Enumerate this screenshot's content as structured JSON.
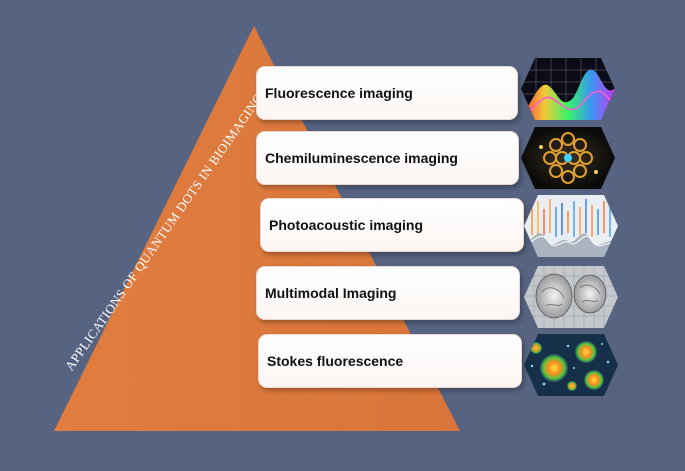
{
  "diagram": {
    "title": "APPLICATIONS OF QUANTUM DOTS IN BIOIMAGING",
    "colors": {
      "background": "#566482",
      "pyramid": "#dd7a3c",
      "card": "#ffffff"
    },
    "items": [
      {
        "label": "Fluorescence imaging",
        "thumbnail": "fluorescence-spectrum-thumbnail"
      },
      {
        "label": "Chemiluminescence imaging",
        "thumbnail": "hexagonal-lattice-thumbnail"
      },
      {
        "label": "Photoacoustic imaging",
        "thumbnail": "acoustic-waveform-thumbnail"
      },
      {
        "label": "Multimodal Imaging",
        "thumbnail": "tissue-scan-thumbnail"
      },
      {
        "label": "Stokes fluorescence",
        "thumbnail": "glowing-cells-thumbnail"
      }
    ]
  }
}
